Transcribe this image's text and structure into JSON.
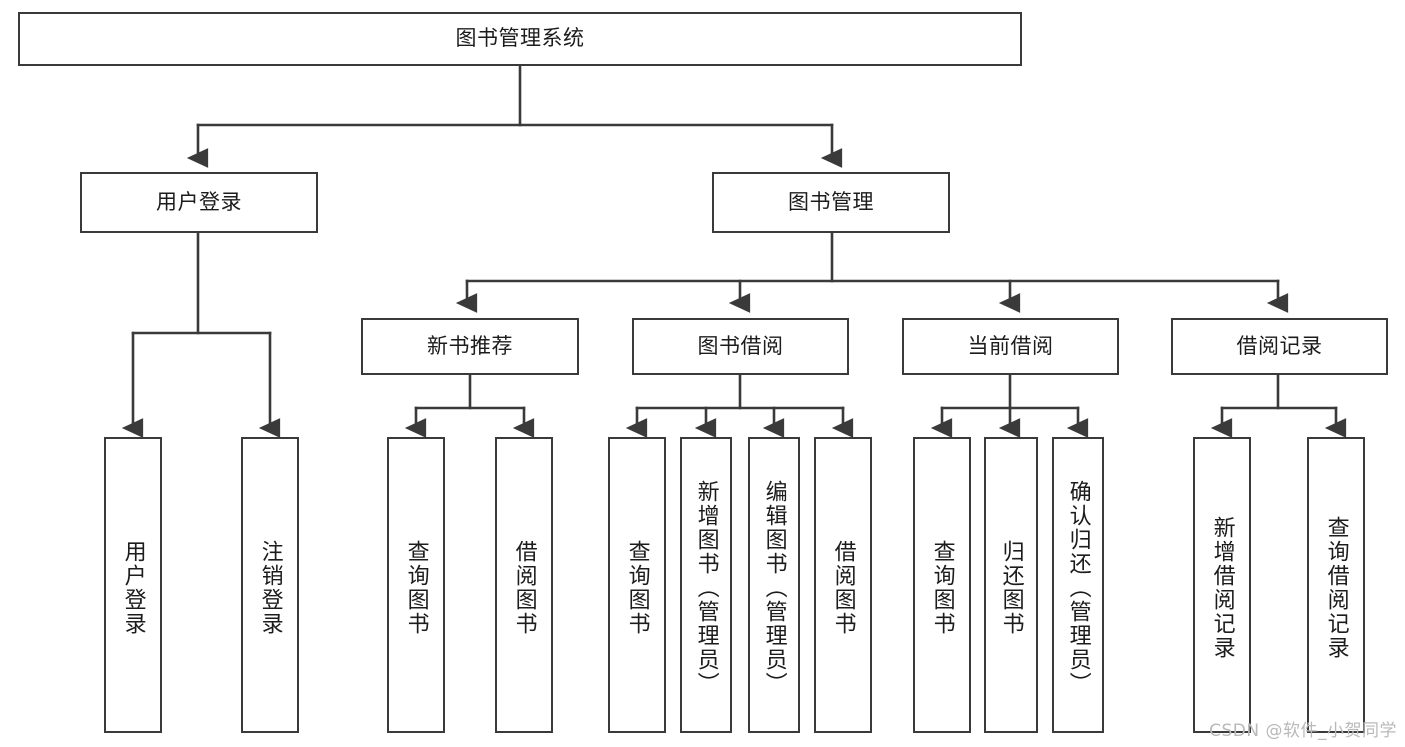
{
  "diagram": {
    "title": "图书管理系统",
    "type": "tree-hierarchy",
    "stroke_color": "#3a3a3a",
    "text_color": "#1c1c1c",
    "background_color": "#ffffff"
  },
  "nodes": {
    "root": {
      "label": "图书管理系统"
    },
    "level2": [
      {
        "label": "用户登录"
      },
      {
        "label": "图书管理"
      }
    ],
    "level3": [
      {
        "label": "新书推荐"
      },
      {
        "label": "图书借阅"
      },
      {
        "label": "当前借阅"
      },
      {
        "label": "借阅记录"
      }
    ],
    "leaves": {
      "user_login": [
        {
          "label": "用户登录"
        },
        {
          "label": "注销登录"
        }
      ],
      "new_book_recommend": [
        {
          "label": "查询图书"
        },
        {
          "label": "借阅图书"
        }
      ],
      "book_borrow": [
        {
          "label": "查询图书"
        },
        {
          "label": "新增图书（管理员）"
        },
        {
          "label": "编辑图书（管理员）"
        },
        {
          "label": "借阅图书"
        }
      ],
      "current_borrow": [
        {
          "label": "查询图书"
        },
        {
          "label": "归还图书"
        },
        {
          "label": "确认归还（管理员）"
        }
      ],
      "borrow_records": [
        {
          "label": "新增借阅记录"
        },
        {
          "label": "查询借阅记录"
        }
      ]
    }
  },
  "watermark": {
    "text": "CSDN @软件_小贺同学"
  }
}
